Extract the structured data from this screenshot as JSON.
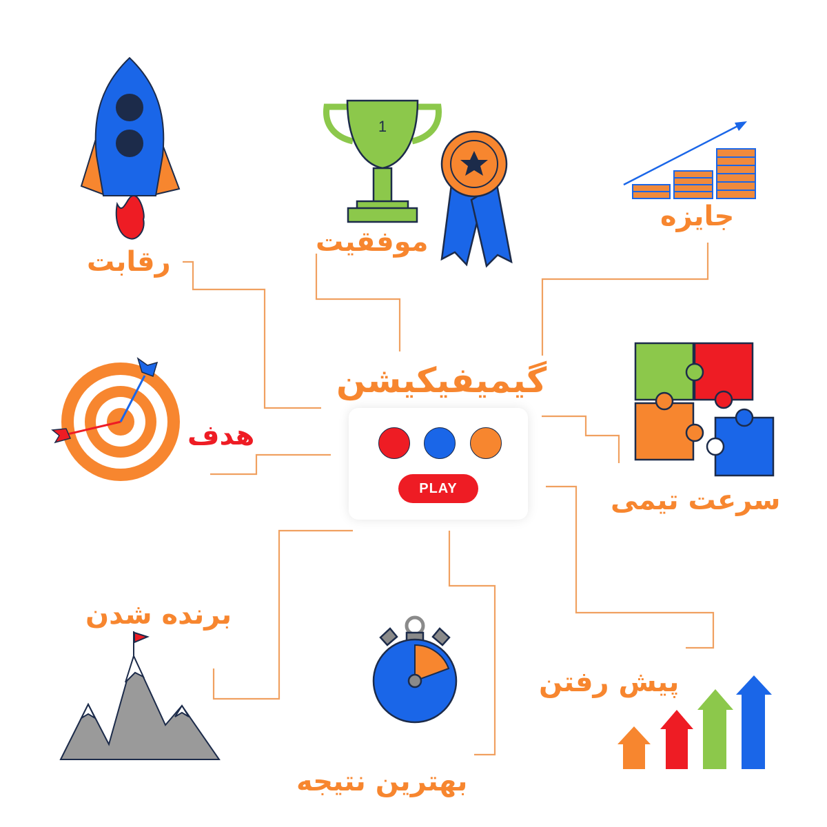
{
  "center": {
    "title": "گیمیفیکیشن",
    "play_label": "PLAY",
    "dots": [
      "#ee1c24",
      "#1a66e8",
      "#f7862f"
    ]
  },
  "nodes": {
    "competition": "رقابت",
    "success": "موفقیت",
    "reward": "جایزه",
    "goal": "هدف",
    "team_speed": "سرعت تیمی",
    "winning": "برنده شدن",
    "best_result": "بهترین نتیجه",
    "progress": "پیش رفتن"
  },
  "icons": {
    "competition": "rocket-icon",
    "success": "trophy-medal-icon",
    "reward": "growth-coins-icon",
    "goal": "target-icon",
    "team_speed": "puzzle-icon",
    "winning": "mountain-flag-icon",
    "best_result": "stopwatch-icon",
    "progress": "arrows-up-icon"
  },
  "icon_text": {
    "trophy_number": "1"
  },
  "colors": {
    "orange": "#f7862f",
    "red": "#ee1c24",
    "blue": "#1a66e8",
    "green": "#8cc84b",
    "gray": "#9a9a9a",
    "navy": "#1c2b4a",
    "line": "#f0a060"
  }
}
